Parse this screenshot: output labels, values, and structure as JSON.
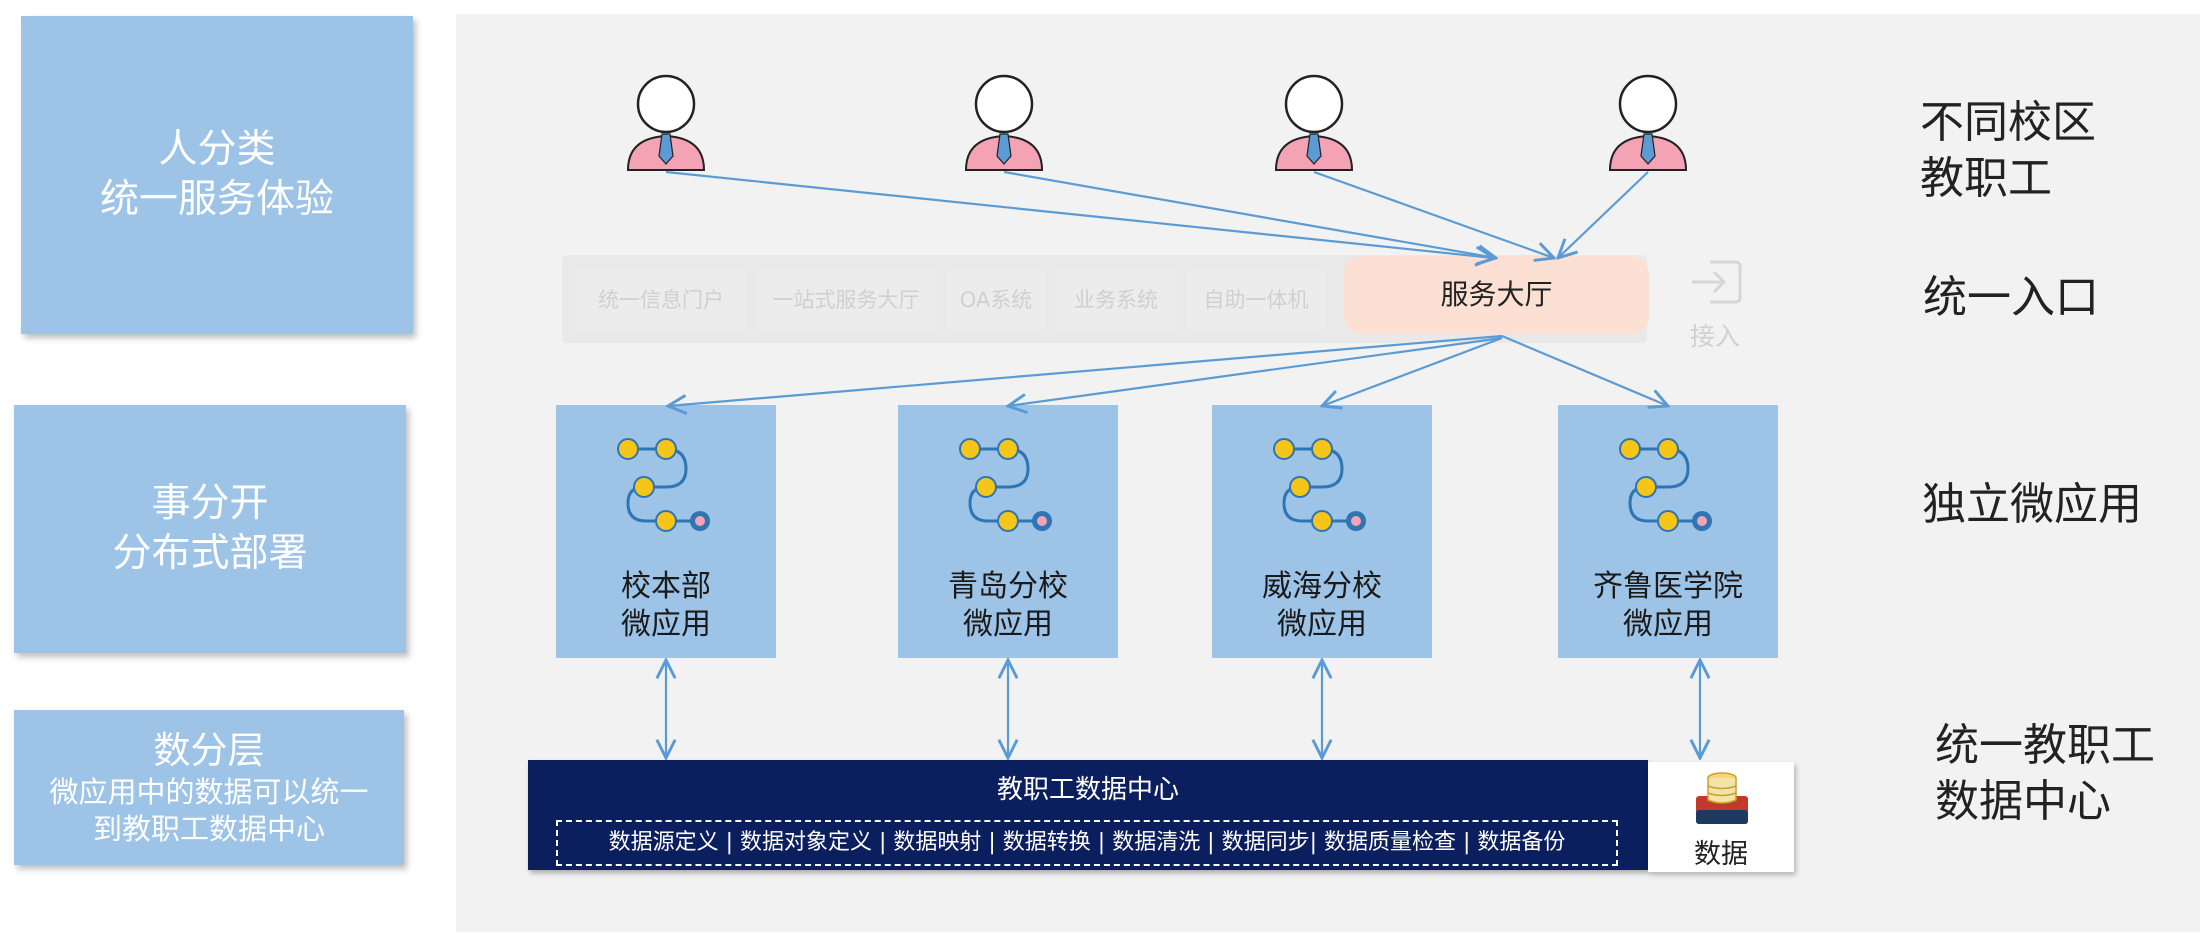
{
  "left": {
    "people": {
      "title": "人分类",
      "subtitle": "统一服务体验"
    },
    "apps": {
      "title": "事分开",
      "subtitle": "分布式部署"
    },
    "data": {
      "title": "数分层",
      "line1": "微应用中的数据可以统一",
      "line2": "到教职工数据中心"
    }
  },
  "right": {
    "staff": [
      "不同校区",
      "教职工"
    ],
    "entry": "统一入口",
    "apps": "独立微应用",
    "dc": [
      "统一教职工",
      "数据中心"
    ]
  },
  "entrance": {
    "items": [
      "统一信息门户",
      "一站式服务大厅",
      "OA系统",
      "业务系统",
      "自助一体机"
    ],
    "hall": "服务大厅",
    "connect_label": "接入"
  },
  "apps": [
    {
      "line1": "校本部",
      "line2": "微应用"
    },
    {
      "line1": "青岛分校",
      "line2": "微应用"
    },
    {
      "line1": "威海分校",
      "line2": "微应用"
    },
    {
      "line1": "齐鲁医学院",
      "line2": "微应用"
    }
  ],
  "data_center": {
    "title": "教职工数据中心",
    "functions": "数据源定义 | 数据对象定义 | 数据映射 | 数据转换 | 数据清洗 | 数据同步| 数据质量检查 | 数据备份",
    "icon_label": "数据"
  },
  "colors": {
    "category_bg": "#9dc3e6",
    "panel_bg": "#f2f2f2",
    "arrow": "#5b9bd5",
    "hall_bg": "#fbe0d3",
    "data_center_bg": "#0b1f5e",
    "person_body": "#f4a3b4",
    "tie": "#5b9bd5",
    "node": "#f5c518"
  }
}
